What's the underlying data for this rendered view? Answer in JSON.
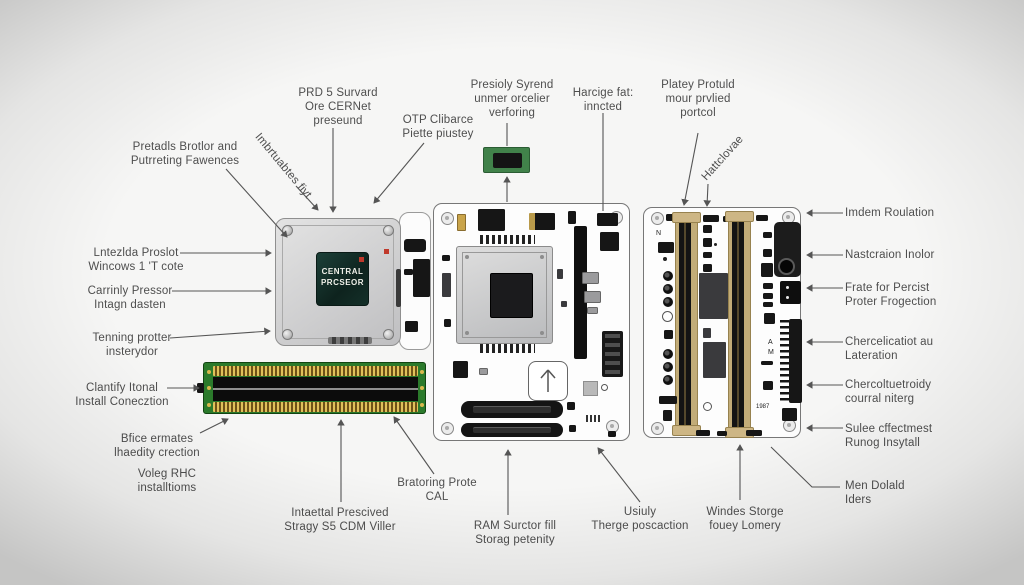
{
  "diagram": {
    "subject": "computer-hardware-components",
    "colors": {
      "background": "#f6f6f5",
      "line": "#555555",
      "pcb_white": "#fdfdfd",
      "pcb_green": "#2b7a2b",
      "gold": "#d9b84d",
      "slot_tan": "#c2ac78",
      "chip_green": "#16332c",
      "accent_red": "#c0392b"
    }
  },
  "cpu": {
    "chip_text": "CENTRAL\nPRCSEOR"
  },
  "io_board": {
    "mark_n": "N",
    "mark_a": "A",
    "mark_m": "M",
    "mark_code": "1987"
  },
  "labels": [
    {
      "id": "prd-survard",
      "text": "PRD 5 Survard\nOre CERNet\npreseund"
    },
    {
      "id": "pretadls-brotlor",
      "text": "Pretadls Brotlor and\nPutrreting Fawences"
    },
    {
      "id": "imbrtuabtes",
      "text": "Imbrtuabtes fiyt"
    },
    {
      "id": "otp-clibarce",
      "text": "OTP Clibarce\nPiette piustey"
    },
    {
      "id": "presioly-syrend",
      "text": "Presioly Syrend\nunmer orcelier\nverforing"
    },
    {
      "id": "harcige-fat",
      "text": "Harcige fat:\ninncted"
    },
    {
      "id": "platey-protuld",
      "text": "Platey Protuld\nmour prvlied\nportcol"
    },
    {
      "id": "hattclovae",
      "text": "Hattclovae"
    },
    {
      "id": "imdem-roulation",
      "text": "Imdem Roulation"
    },
    {
      "id": "nastcraion-inolor",
      "text": "Nastcraion Inolor"
    },
    {
      "id": "frate-percist",
      "text": "Frate for Percist\nProter Frogection"
    },
    {
      "id": "chercelicatiot",
      "text": "Chercelicatiot au\nLateration"
    },
    {
      "id": "chercoltuetroidy",
      "text": "Chercoltuetroidy\ncourral niterg"
    },
    {
      "id": "sulee-cffectmest",
      "text": "Sulee cffectmest\nRunog Insytall"
    },
    {
      "id": "men-dolald",
      "text": "Men Dolald\nIders"
    },
    {
      "id": "lntezlda-proslot",
      "text": "Lntezlda Proslot\nWincows 1 'T cote"
    },
    {
      "id": "carrinly-pressor",
      "text": "Carrinly Pressor\nIntagn dasten"
    },
    {
      "id": "tenning-protter",
      "text": "Tenning protter\ninsterydor"
    },
    {
      "id": "clantify-itonal",
      "text": "Clantify Itonal\nInstall Conecztion"
    },
    {
      "id": "bfice-ermates",
      "text": "Bfice ermates\nlhaedity crection"
    },
    {
      "id": "voleg-rhc",
      "text": "Voleg RHC\ninstalltioms"
    },
    {
      "id": "intaettal-prescived",
      "text": "Intaettal Prescived\nStragy S5 CDM Viller"
    },
    {
      "id": "bratoring-prote",
      "text": "Bratoring Prote\nCAL"
    },
    {
      "id": "ram-surctor",
      "text": "RAM Surctor fill\nStorag petenity"
    },
    {
      "id": "usiuly-therge",
      "text": "Usiuly\nTherge poscaction"
    },
    {
      "id": "windes-storge",
      "text": "Windes Storge\nfouey Lomery"
    }
  ]
}
